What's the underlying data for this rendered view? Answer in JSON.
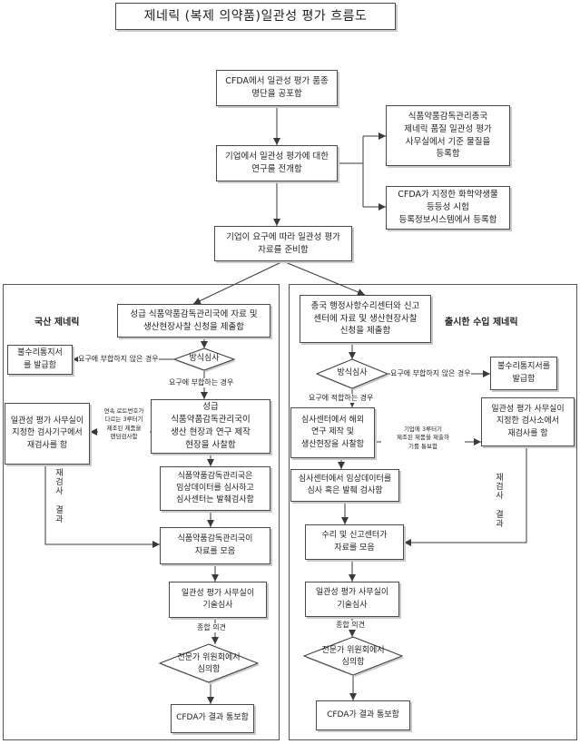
{
  "title": "제네릭 (복제 의약품)일관성 평가 흐름도",
  "common": {
    "announce": [
      "CFDA에서 일관성 평가 품종",
      "명단을 공포함"
    ],
    "research": [
      "기업에서 일관성 평가에 대한",
      "연구를 전개함"
    ],
    "reference_registration": [
      "식품약품감독관리총국",
      "제네릭 품질 일관성 평가",
      "사무실에서 기준 물질을",
      "등록함"
    ],
    "be_registration": [
      "CFDA가 지정한 화학약생물",
      "등등성 시험",
      "등록정보시스템에서 등록함"
    ],
    "prepare": [
      "기업이 요구에 따라 일관성 평가",
      "자료를 준비함"
    ]
  },
  "domestic": {
    "label": "국산 제네릭",
    "submit": [
      "성급 식품약품감독관리국에 자료 및",
      "생산현장사찰 신청을 제출함"
    ],
    "review_decision": "방식심사",
    "reject_condition": "요구에 부합하지 않은 경우",
    "reject_notice": [
      "불수리통지서",
      "를 발급함"
    ],
    "accept_condition": "요구에 부합하는 경우",
    "inspection": [
      "성급",
      "식품약품감독관리국이",
      "생산 현장과 연구 제작",
      "현장을 사찰함"
    ],
    "sampling_note": [
      "연속 로트번호가",
      "다르는 3루터기",
      "제조된 제품을",
      "랜덤검사함"
    ],
    "retest": [
      "일관성 평가 사무실이",
      "지정한 검사기구에서",
      "재검사를 함"
    ],
    "retest_result": "재검사 결과",
    "clinical_review": [
      "식품약품감독관리국은",
      "임상데이터를 심사하고",
      "심사센터는 발췌검사함"
    ],
    "collect": [
      "식품약품감독관리국이",
      "자료를 모음"
    ],
    "technical_review": [
      "일관성 평가 사무실이",
      "기술심사"
    ],
    "overall_opinion": "종합 의견",
    "expert_review": [
      "전문가 위원회에서",
      "심의함"
    ],
    "notify": "CFDA가 결과 통보함"
  },
  "imported": {
    "label": "출시한 수입 제네릭",
    "submit": [
      "총국 행정사항수리센터와 신고",
      "센터에 자료 및 생산현장사찰",
      "신청을 제출함"
    ],
    "review_decision": "방식심사",
    "reject_condition": "요구에 부합하지 않은 경우",
    "reject_notice": [
      "불수리통지서를",
      "발급함"
    ],
    "accept_condition": "요구에 적합하는 경우",
    "inspection": [
      "심사센터에서 해외",
      "연구 제작 및",
      "생산현장을 사찰함"
    ],
    "sample_notice": [
      "기업에 3루터기",
      "제조된 제품을 제출하",
      "기를 통보함"
    ],
    "retest": [
      "일관성 평가 사무실이",
      "지정한 검사소에서",
      "재검사를 함"
    ],
    "retest_result": "재검사 결과",
    "clinical_review": [
      "심사센터에서 임상데이터를",
      "심사 혹은 발췌 검사함"
    ],
    "collect": [
      "수리 및 신고센터가",
      "자료를 모음"
    ],
    "technical_review": [
      "일관성 평가 사무실이",
      "기술심사"
    ],
    "overall_opinion": "종합 의견",
    "expert_review": [
      "전문가 위원회에서",
      "심의함"
    ],
    "notify": "CFDA가 결과 통보함"
  }
}
